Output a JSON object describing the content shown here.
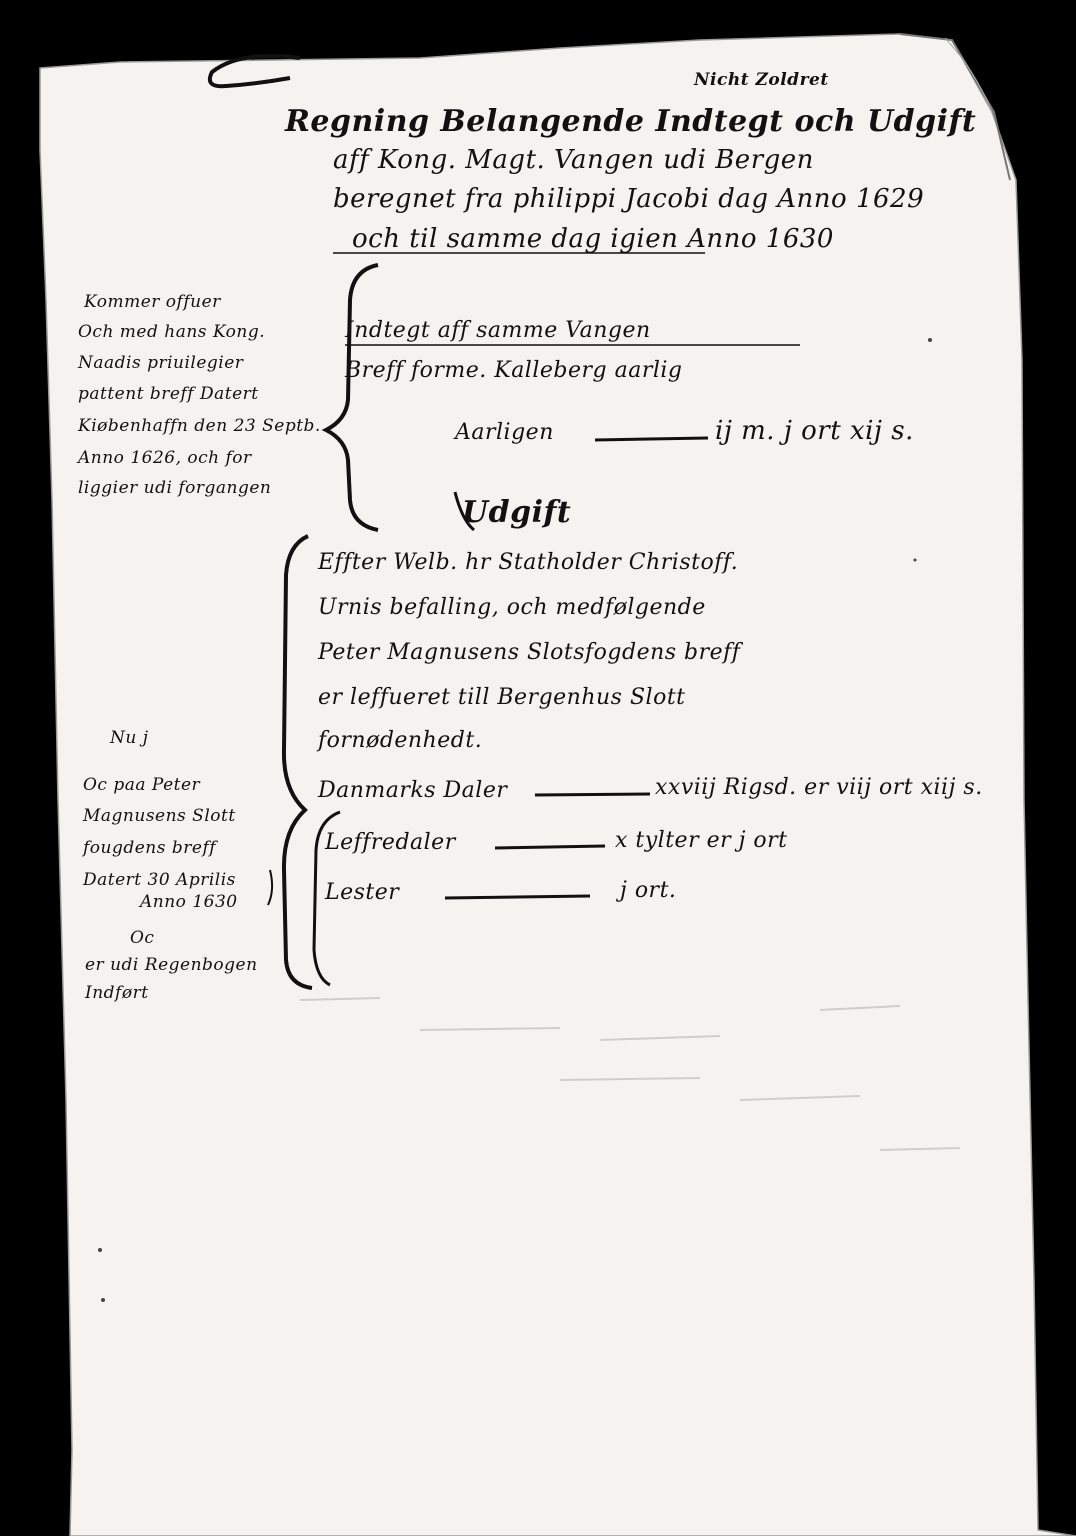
{
  "corner_note": "Nicht Zoldret",
  "title_lines": [
    "Regning Belangende Indtegt och Udgift",
    "aff Kong. Magt. Vangen udi Bergen",
    "beregnet fra philippi Jacobi dag Anno 1629",
    "och til samme dag igien Anno 1630"
  ],
  "left_note_1": [
    "Kommer offuer",
    "Och med hans Kong.",
    "Naadis priuilegier",
    "pattent breff Datert",
    "Kiøbenhaffn den 23 Septb.",
    "Anno 1626, och for",
    "liggier udi forgangen"
  ],
  "income_lines": [
    "Indtegt aff samme Vangen",
    "Breff forme. Kalleberg aarlig"
  ],
  "income_amount": {
    "label": "Aarligen",
    "value": "ij m. j ort xij s."
  },
  "expense_heading": "Udgift",
  "expense_lines": [
    "Effter Welb. hr Statholder Christoff.",
    "Urnis befalling, och medfølgende",
    "Peter Magnusens Slotsfogdens breff",
    "er leffueret till Bergenhus Slott",
    "fornødenhedt."
  ],
  "left_note_2": "Nu j",
  "left_note_3": [
    "Oc paa Peter",
    "Magnusens Slott",
    "fougdens breff",
    "Datert 30 Aprilis",
    "Anno 1630"
  ],
  "left_note_4": [
    "Oc",
    "er udi Regenbogen",
    "Indført"
  ],
  "expense_items": [
    {
      "name": "Danmarks Daler",
      "value": "xxviij Rigsd. er viij ort xiij s."
    },
    {
      "name": "Leffredaler",
      "value": "x tylter er j ort"
    },
    {
      "name": "Lester",
      "value": "j ort."
    }
  ],
  "colors": {
    "paper": "#f4f3ef",
    "ink": "#111111",
    "background": "#000000"
  }
}
